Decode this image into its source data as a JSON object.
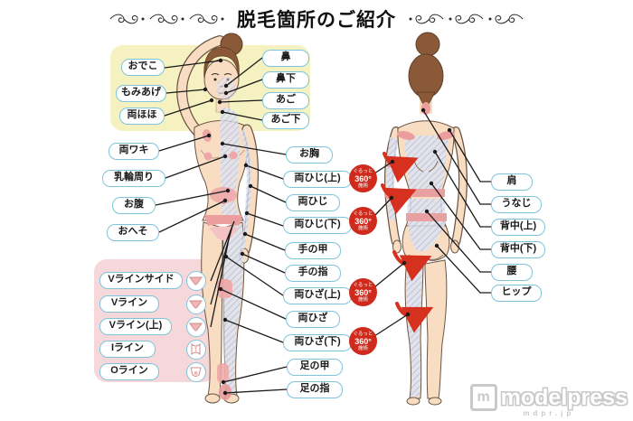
{
  "title": "脱毛箇所のご紹介",
  "badge": {
    "line1": "ぐるっと",
    "line2": "360°",
    "line3": "施術"
  },
  "labels": {
    "face_left": [
      "おでこ",
      "もみあげ",
      "両ほほ"
    ],
    "face_right": [
      "鼻",
      "鼻下",
      "あご",
      "あご下"
    ],
    "torso_left": [
      "両ワキ",
      "乳輪周り",
      "お腹",
      "おへそ"
    ],
    "bikini": [
      "Vラインサイド",
      "Vライン",
      "Vライン(上)",
      "Iライン",
      "Oライン"
    ],
    "center": [
      "お胸",
      "両ひじ(上)",
      "両ひじ",
      "両ひじ(下)",
      "手の甲",
      "手の指",
      "両ひざ(上)",
      "両ひざ",
      "両ひざ(下)",
      "足の甲",
      "足の指"
    ],
    "back_right": [
      "肩",
      "うなじ",
      "背中(上)",
      "背中(下)",
      "腰",
      "ヒップ"
    ]
  },
  "watermark": {
    "logo_letter": "m",
    "brand": "modelpress",
    "domain": "mdpr.jp"
  },
  "colors": {
    "label_border_blue": "#7fc4db",
    "panel_yellow": "#f5f1c0",
    "panel_pink": "#f6d7da",
    "badge_red": "#cf2a1b",
    "highlight_pink": "#efa6a6",
    "hatch_blue": "#b3bedf",
    "skin": "#f8ddc3",
    "hair": "#8a5a38",
    "arrow_red": "#d6301f"
  }
}
